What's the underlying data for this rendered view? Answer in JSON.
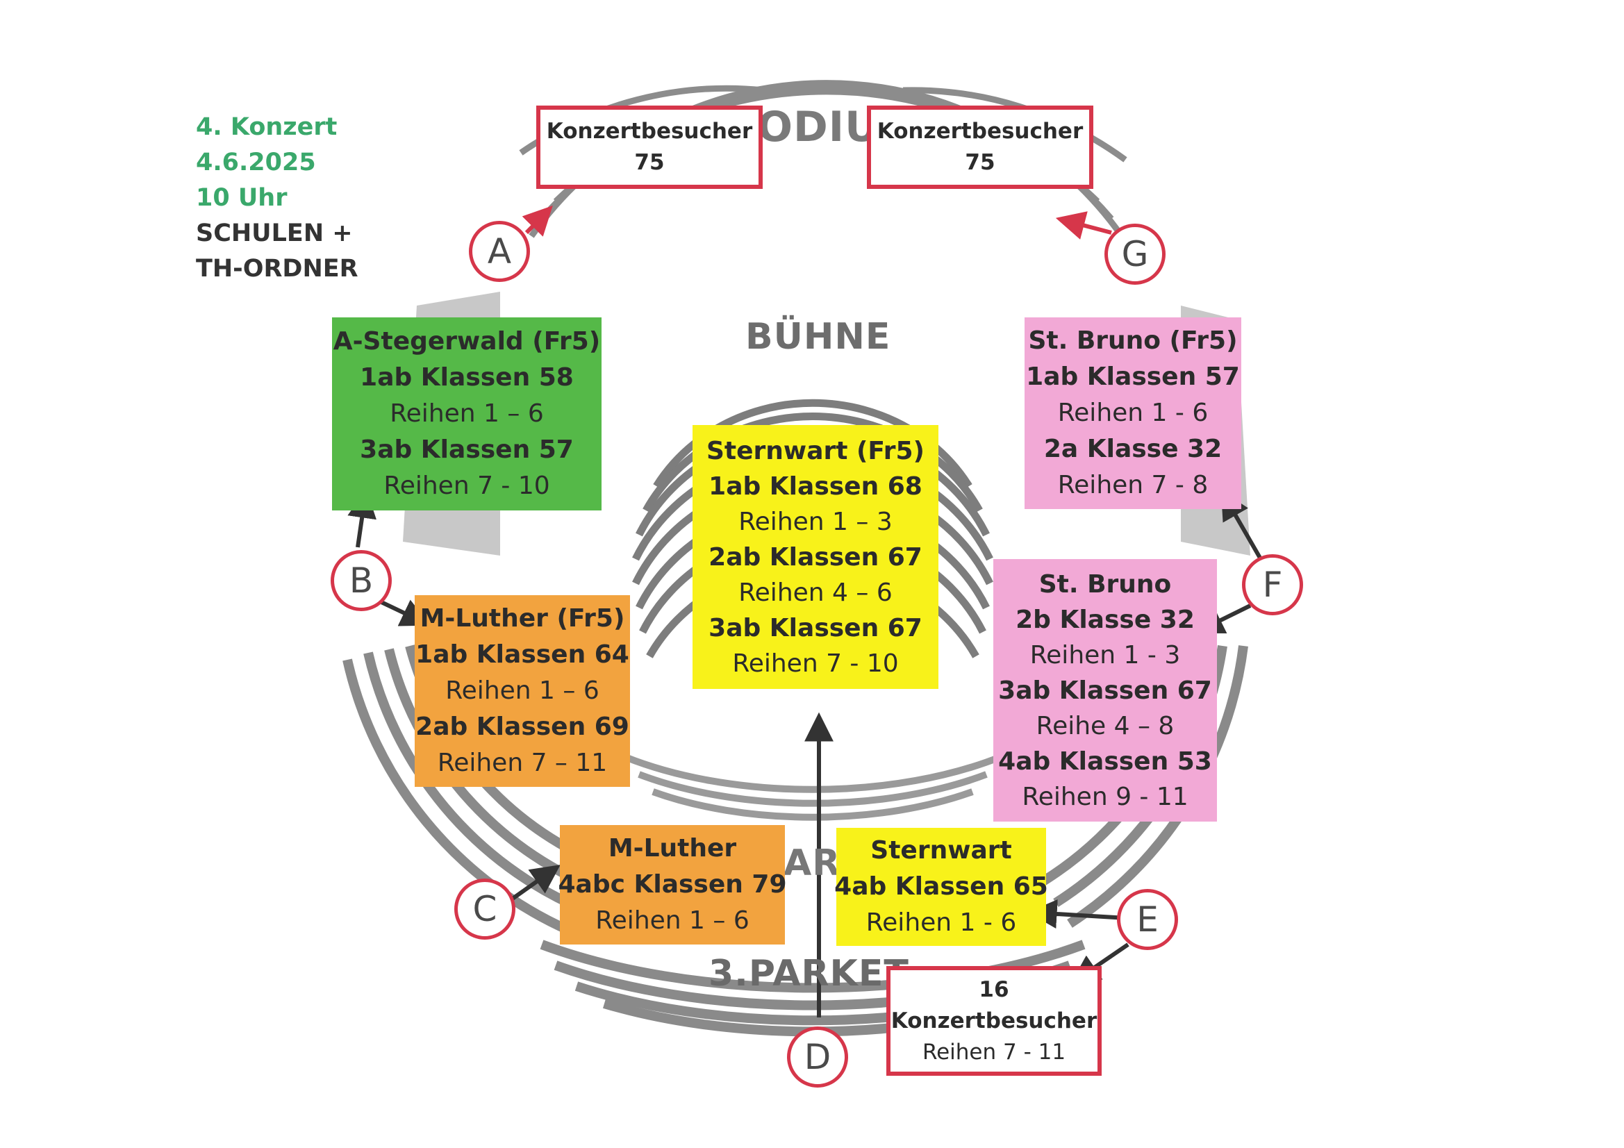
{
  "info": {
    "concert": "4. Konzert",
    "date": "4.6.2025",
    "time": "10 Uhr",
    "audience_1": "SCHULEN +",
    "audience_2": "TH-ORDNER"
  },
  "hall_labels": {
    "stage": "BÜHNE",
    "podium_fragment": "ODIU",
    "parkett_fragment": "ARK",
    "parkett3": "3.PARKET"
  },
  "markers": {
    "a": "A",
    "b": "B",
    "c": "C",
    "d": "D",
    "e": "E",
    "f": "F",
    "g": "G"
  },
  "boxes": {
    "podium_left": {
      "line1": "Konzertbesucher",
      "line2": "75"
    },
    "podium_right": {
      "line1": "Konzertbesucher",
      "line2": "75"
    },
    "stegerwald": {
      "line1": "A-Stegerwald (Fr5)",
      "line2": "1ab Klassen 58",
      "line3": "Reihen 1 – 6",
      "line4": "3ab Klassen 57",
      "line5": "Reihen 7 - 10"
    },
    "bruno_top": {
      "line1": "St. Bruno (Fr5)",
      "line2": "1ab Klassen 57",
      "line3": "Reihen 1 - 6",
      "line4": "2a Klasse 32",
      "line5": "Reihen 7 - 8"
    },
    "sternwart_center": {
      "line1": "Sternwart (Fr5)",
      "line2": "1ab Klassen 68",
      "line3": "Reihen 1 – 3",
      "line4": "2ab Klassen 67",
      "line5": "Reihen 4 – 6",
      "line6": "3ab Klassen 67",
      "line7": "Reihen 7 - 10"
    },
    "luther_fr5": {
      "line1": "M-Luther (Fr5)",
      "line2": "1ab Klassen 64",
      "line3": "Reihen 1 – 6",
      "line4": "2ab Klassen 69",
      "line5": "Reihen 7 – 11"
    },
    "bruno_bottom": {
      "line1": "St. Bruno",
      "line2": "2b Klasse 32",
      "line3": "Reihen 1 - 3",
      "line4": "3ab Klassen 67",
      "line5": "Reihe 4 – 8",
      "line6": "4ab Klassen 53",
      "line7": "Reihen 9 - 11"
    },
    "luther_4abc": {
      "line1": "M-Luther",
      "line2": "4abc Klassen 79",
      "line3": "Reihen 1 – 6"
    },
    "sternwart_4ab": {
      "line1": "Sternwart",
      "line2": "4ab Klassen 65",
      "line3": "Reihen 1 - 6"
    },
    "parkett3_visitors": {
      "line1": "16",
      "line2": "Konzertbesucher",
      "line3": "Reihen 7 - 11"
    }
  },
  "colors": {
    "green": "#55b948",
    "yellow": "#f8f21a",
    "orange": "#f2a33f",
    "pink": "#f2a9d6",
    "red": "#d6364a",
    "info_green": "#3aa86b"
  }
}
